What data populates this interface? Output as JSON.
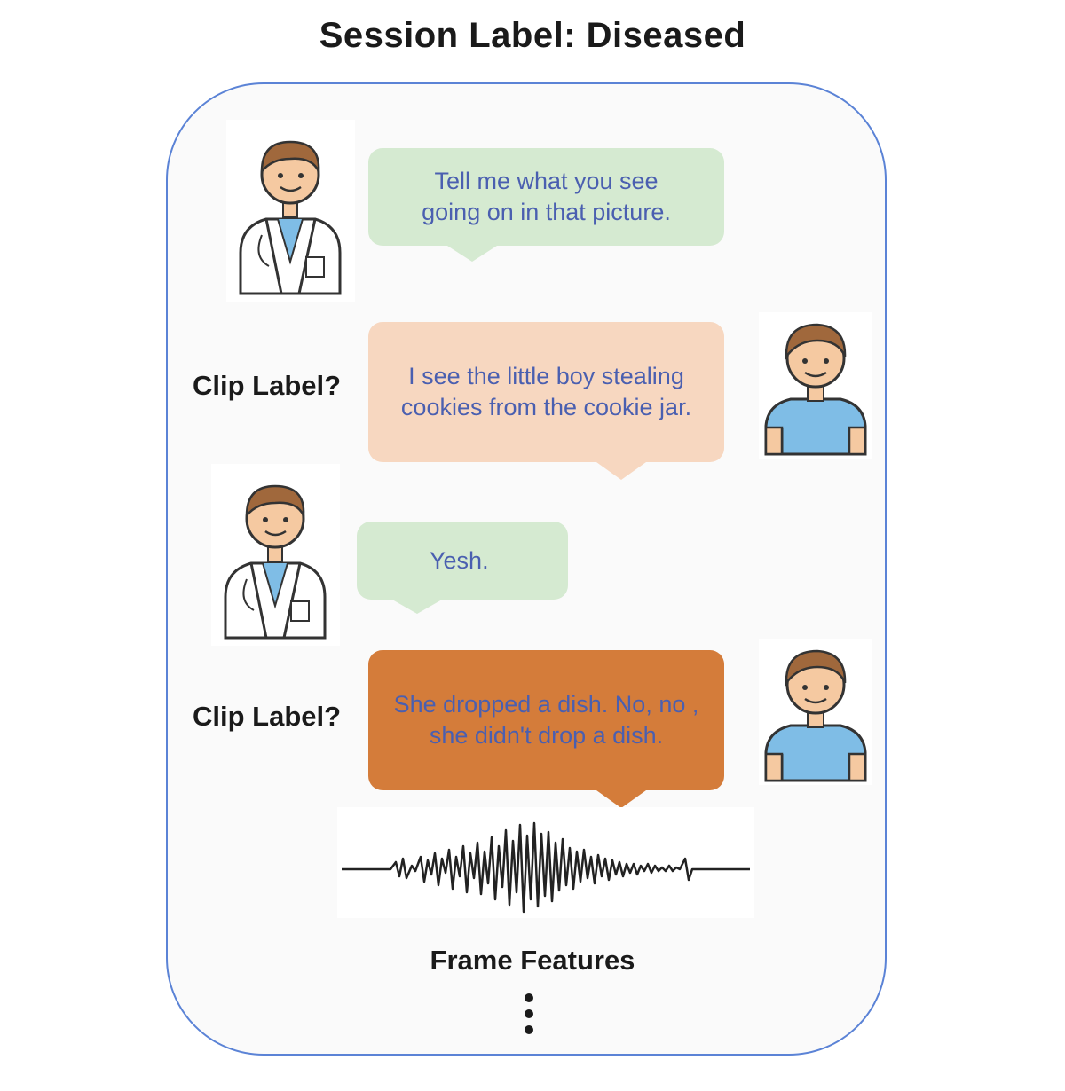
{
  "title": "Session Label: Diseased",
  "messages": [
    {
      "speaker": "doctor",
      "text": "Tell me what you see going on in that picture."
    },
    {
      "speaker": "patient",
      "text": "I see the little boy stealing cookies from the cookie jar.",
      "clip_label": "Clip Label?"
    },
    {
      "speaker": "doctor",
      "text": "Yesh."
    },
    {
      "speaker": "patient",
      "text": "She dropped a dish. No, no , she didn't drop a dish.",
      "clip_label": "Clip Label?"
    }
  ],
  "frame_features_label": "Frame Features",
  "colors": {
    "doctor_bubble": "#d5ead1",
    "patient_bubble_1": "#f7d7c0",
    "patient_bubble_2": "#d47c3a",
    "bubble_text": "#4a5fb0",
    "frame_border": "#5b83d6",
    "patient_shirt": "#7fbde6"
  },
  "icons": [
    "doctor-avatar-icon",
    "patient-avatar-icon",
    "waveform-icon",
    "vertical-ellipsis-icon"
  ]
}
